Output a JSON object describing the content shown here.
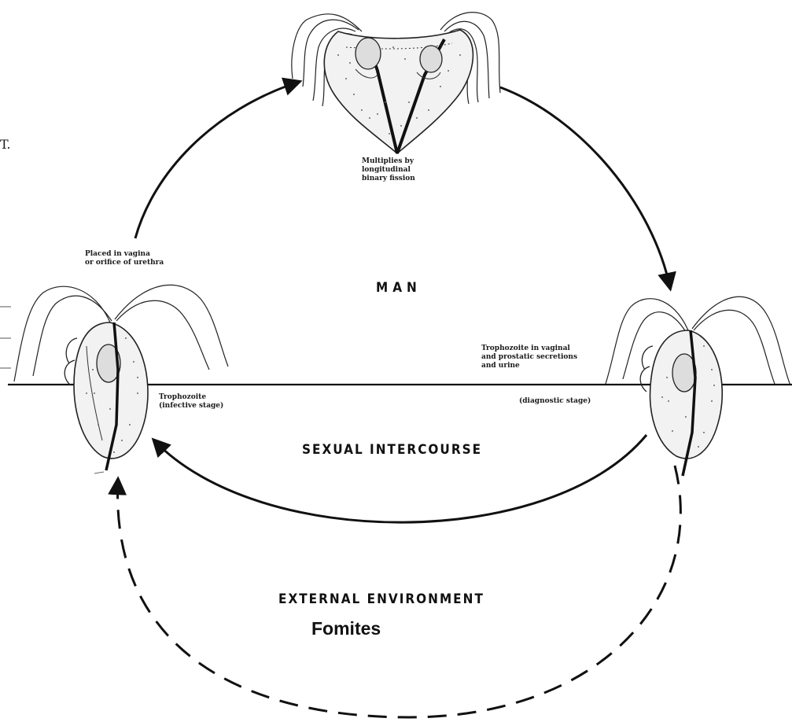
{
  "regions": {
    "host": "MAN",
    "transmission": "SEXUAL INTERCOURSE",
    "environment": "EXTERNAL ENVIRONMENT",
    "fomites": "Fomites"
  },
  "labels": {
    "fission": "Multiplies by\nlongitudinal\nbinary fission",
    "placed": "Placed in vagina\nor orifice of urethra",
    "infective": "Trophozoite\n(infective stage)",
    "trophozoite_secretions": "Trophozoite in vaginal\nand prostatic secretions\nand urine",
    "diagnostic": "(diagnostic stage)"
  },
  "edge_marks": {
    "top": "T."
  },
  "colors": {
    "ink": "#111111",
    "stipple": "#555555",
    "cell_fill": "#f2f2f2"
  }
}
